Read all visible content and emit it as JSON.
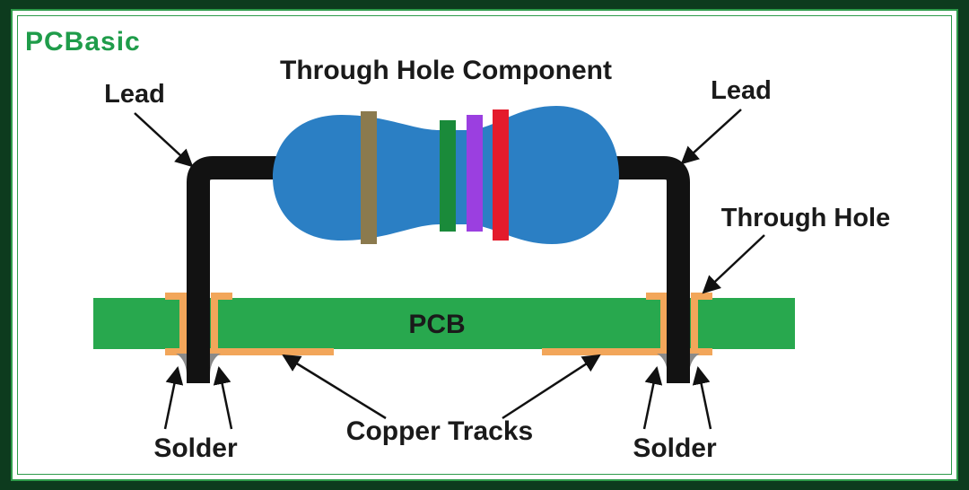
{
  "brand": {
    "name": "PCBasic",
    "color": "#1f9c4a"
  },
  "diagram": {
    "title": "Through Hole Component",
    "labels": {
      "lead_left": "Lead",
      "lead_right": "Lead",
      "through_hole": "Through Hole",
      "pcb": "PCB",
      "copper_tracks": "Copper Tracks",
      "solder_left": "Solder",
      "solder_right": "Solder"
    },
    "colors": {
      "pcb_board": "#28a84e",
      "resistor_body": "#2b7fc4",
      "lead": "#121212",
      "copper": "#f2a65a",
      "band_1": "#8b7a4e",
      "band_2": "#1a8a3a",
      "band_3": "#9b3fe0",
      "band_4": "#e41b2c"
    }
  }
}
